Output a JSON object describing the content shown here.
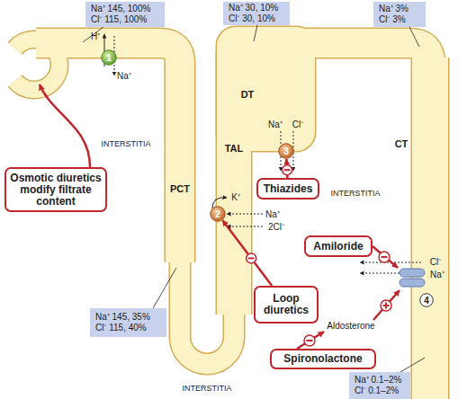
{
  "diagram": {
    "nodes": [
      {
        "text": [
          "Na⁺ 145, 100%",
          "Cl⁻ 115, 100%"
        ]
      },
      {
        "text": [
          "Na⁺ 30, 10%",
          "Cl⁻ 30, 10%"
        ]
      },
      {
        "text": [
          "Na⁺ 3%",
          "Cl⁻ 3%"
        ]
      },
      {
        "text": [
          "1"
        ]
      },
      {
        "text": [
          "3"
        ]
      },
      {
        "text": [
          "Osmotic diuretics modify filtrate content"
        ]
      },
      {
        "text": [
          "Thiazides"
        ]
      },
      {
        "text": [
          "2"
        ]
      },
      {
        "text": [
          "Amiloride"
        ]
      },
      {
        "text": [
          "Loop diuretics"
        ]
      },
      {
        "text": [
          "4"
        ]
      },
      {
        "text": [
          "Na⁺ 145, 35%",
          "Cl⁻ 115, 40%"
        ]
      },
      {
        "text": [
          "Spironolactone"
        ]
      },
      {
        "text": [
          "Na⁺ 0.1–2%",
          "Cl⁻ 0.1–2%"
        ]
      }
    ],
    "edges": [
      {
        "from": 9,
        "to": 7,
        "arrow": "to"
      },
      {
        "from": 6,
        "to": 4,
        "arrow": "to"
      }
    ],
    "labels": [
      "H⁺",
      "Na⁺",
      "DT",
      "Na⁺",
      "Cl⁻",
      "CT",
      "TAL",
      "INTERSTITIA",
      "PCT",
      "INTERSTITIA",
      "K⁺",
      "Na⁺",
      "2Cl⁻",
      "Cl⁻",
      "Na⁺",
      "Aldosterone",
      "INTERSTITIA"
    ]
  }
}
